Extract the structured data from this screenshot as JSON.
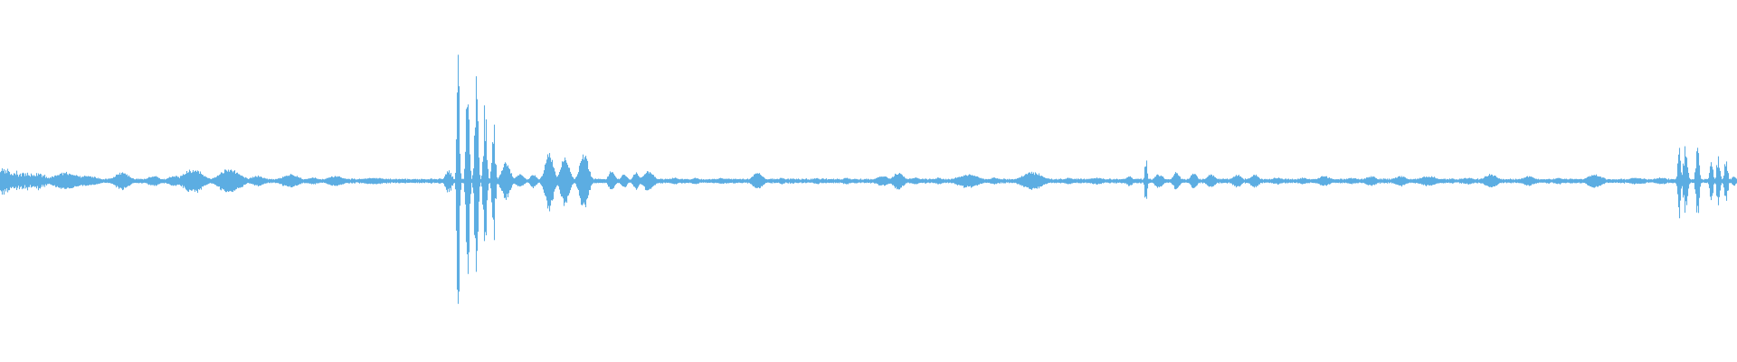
{
  "waveform": {
    "color": "#5DADE2",
    "baseline_color": "#5DADE2",
    "bursts": [
      {
        "t": 0.0,
        "amp": 0.09,
        "w": 0.006,
        "kind": "noise"
      },
      {
        "t": 0.01,
        "amp": 0.06,
        "w": 0.01,
        "kind": "noise"
      },
      {
        "t": 0.022,
        "amp": 0.05,
        "w": 0.006,
        "kind": "noise"
      },
      {
        "t": 0.038,
        "amp": 0.05,
        "w": 0.012,
        "kind": "blob"
      },
      {
        "t": 0.05,
        "amp": 0.03,
        "w": 0.01,
        "kind": "blob"
      },
      {
        "t": 0.07,
        "amp": 0.05,
        "w": 0.007,
        "kind": "blob"
      },
      {
        "t": 0.088,
        "amp": 0.03,
        "w": 0.006,
        "kind": "blob"
      },
      {
        "t": 0.1,
        "amp": 0.03,
        "w": 0.006,
        "kind": "blob"
      },
      {
        "t": 0.111,
        "amp": 0.07,
        "w": 0.009,
        "kind": "blob"
      },
      {
        "t": 0.132,
        "amp": 0.07,
        "w": 0.01,
        "kind": "blob"
      },
      {
        "t": 0.148,
        "amp": 0.03,
        "w": 0.007,
        "kind": "blob"
      },
      {
        "t": 0.167,
        "amp": 0.04,
        "w": 0.008,
        "kind": "blob"
      },
      {
        "t": 0.18,
        "amp": 0.02,
        "w": 0.006,
        "kind": "blob"
      },
      {
        "t": 0.193,
        "amp": 0.03,
        "w": 0.008,
        "kind": "blob"
      },
      {
        "t": 0.215,
        "amp": 0.02,
        "w": 0.01,
        "kind": "blob"
      },
      {
        "t": 0.238,
        "amp": 0.01,
        "w": 0.01,
        "kind": "blob"
      },
      {
        "t": 0.258,
        "amp": 0.07,
        "w": 0.004,
        "kind": "spike"
      },
      {
        "t": 0.2635,
        "amp": 0.9,
        "w": 0.0015,
        "kind": "spike"
      },
      {
        "t": 0.269,
        "amp": 0.6,
        "w": 0.002,
        "kind": "spike"
      },
      {
        "t": 0.274,
        "amp": 0.65,
        "w": 0.002,
        "kind": "spike"
      },
      {
        "t": 0.279,
        "amp": 0.45,
        "w": 0.002,
        "kind": "spike"
      },
      {
        "t": 0.284,
        "amp": 0.35,
        "w": 0.002,
        "kind": "spike"
      },
      {
        "t": 0.291,
        "amp": 0.11,
        "w": 0.004,
        "kind": "blob"
      },
      {
        "t": 0.299,
        "amp": 0.04,
        "w": 0.004,
        "kind": "blob"
      },
      {
        "t": 0.307,
        "amp": 0.04,
        "w": 0.003,
        "kind": "blob"
      },
      {
        "t": 0.316,
        "amp": 0.16,
        "w": 0.004,
        "kind": "blob"
      },
      {
        "t": 0.325,
        "amp": 0.14,
        "w": 0.004,
        "kind": "blob"
      },
      {
        "t": 0.336,
        "amp": 0.16,
        "w": 0.004,
        "kind": "blob"
      },
      {
        "t": 0.352,
        "amp": 0.06,
        "w": 0.003,
        "kind": "blob"
      },
      {
        "t": 0.359,
        "amp": 0.04,
        "w": 0.003,
        "kind": "blob"
      },
      {
        "t": 0.366,
        "amp": 0.05,
        "w": 0.003,
        "kind": "blob"
      },
      {
        "t": 0.373,
        "amp": 0.06,
        "w": 0.005,
        "kind": "blob"
      },
      {
        "t": 0.388,
        "amp": 0.02,
        "w": 0.005,
        "kind": "blob"
      },
      {
        "t": 0.4,
        "amp": 0.02,
        "w": 0.004,
        "kind": "blob"
      },
      {
        "t": 0.415,
        "amp": 0.02,
        "w": 0.003,
        "kind": "blob"
      },
      {
        "t": 0.436,
        "amp": 0.05,
        "w": 0.005,
        "kind": "blob"
      },
      {
        "t": 0.45,
        "amp": 0.02,
        "w": 0.003,
        "kind": "blob"
      },
      {
        "t": 0.47,
        "amp": 0.02,
        "w": 0.003,
        "kind": "blob"
      },
      {
        "t": 0.487,
        "amp": 0.02,
        "w": 0.004,
        "kind": "blob"
      },
      {
        "t": 0.508,
        "amp": 0.03,
        "w": 0.006,
        "kind": "blob"
      },
      {
        "t": 0.517,
        "amp": 0.05,
        "w": 0.005,
        "kind": "blob"
      },
      {
        "t": 0.527,
        "amp": 0.02,
        "w": 0.004,
        "kind": "blob"
      },
      {
        "t": 0.54,
        "amp": 0.02,
        "w": 0.004,
        "kind": "blob"
      },
      {
        "t": 0.557,
        "amp": 0.04,
        "w": 0.01,
        "kind": "blob"
      },
      {
        "t": 0.572,
        "amp": 0.02,
        "w": 0.005,
        "kind": "blob"
      },
      {
        "t": 0.594,
        "amp": 0.05,
        "w": 0.01,
        "kind": "blob"
      },
      {
        "t": 0.615,
        "amp": 0.02,
        "w": 0.004,
        "kind": "blob"
      },
      {
        "t": 0.631,
        "amp": 0.02,
        "w": 0.007,
        "kind": "blob"
      },
      {
        "t": 0.65,
        "amp": 0.03,
        "w": 0.003,
        "kind": "blob"
      },
      {
        "t": 0.6595,
        "amp": 0.15,
        "w": 0.0015,
        "kind": "spike"
      },
      {
        "t": 0.667,
        "amp": 0.04,
        "w": 0.004,
        "kind": "blob"
      },
      {
        "t": 0.677,
        "amp": 0.05,
        "w": 0.003,
        "kind": "blob"
      },
      {
        "t": 0.687,
        "amp": 0.05,
        "w": 0.003,
        "kind": "blob"
      },
      {
        "t": 0.697,
        "amp": 0.04,
        "w": 0.004,
        "kind": "blob"
      },
      {
        "t": 0.712,
        "amp": 0.04,
        "w": 0.004,
        "kind": "blob"
      },
      {
        "t": 0.722,
        "amp": 0.04,
        "w": 0.004,
        "kind": "blob"
      },
      {
        "t": 0.735,
        "amp": 0.02,
        "w": 0.006,
        "kind": "blob"
      },
      {
        "t": 0.75,
        "amp": 0.02,
        "w": 0.004,
        "kind": "blob"
      },
      {
        "t": 0.762,
        "amp": 0.03,
        "w": 0.006,
        "kind": "blob"
      },
      {
        "t": 0.778,
        "amp": 0.02,
        "w": 0.005,
        "kind": "blob"
      },
      {
        "t": 0.789,
        "amp": 0.03,
        "w": 0.005,
        "kind": "blob"
      },
      {
        "t": 0.806,
        "amp": 0.03,
        "w": 0.006,
        "kind": "blob"
      },
      {
        "t": 0.822,
        "amp": 0.03,
        "w": 0.008,
        "kind": "blob"
      },
      {
        "t": 0.845,
        "amp": 0.02,
        "w": 0.006,
        "kind": "blob"
      },
      {
        "t": 0.858,
        "amp": 0.04,
        "w": 0.006,
        "kind": "blob"
      },
      {
        "t": 0.88,
        "amp": 0.03,
        "w": 0.006,
        "kind": "blob"
      },
      {
        "t": 0.897,
        "amp": 0.02,
        "w": 0.004,
        "kind": "blob"
      },
      {
        "t": 0.918,
        "amp": 0.04,
        "w": 0.007,
        "kind": "blob"
      },
      {
        "t": 0.942,
        "amp": 0.02,
        "w": 0.008,
        "kind": "blob"
      },
      {
        "t": 0.956,
        "amp": 0.02,
        "w": 0.006,
        "kind": "blob"
      },
      {
        "t": 0.9665,
        "amp": 0.25,
        "w": 0.0015,
        "kind": "spike"
      },
      {
        "t": 0.97,
        "amp": 0.2,
        "w": 0.0025,
        "kind": "spike"
      },
      {
        "t": 0.977,
        "amp": 0.23,
        "w": 0.002,
        "kind": "spike"
      },
      {
        "t": 0.985,
        "amp": 0.12,
        "w": 0.002,
        "kind": "spike"
      },
      {
        "t": 0.989,
        "amp": 0.15,
        "w": 0.002,
        "kind": "spike"
      },
      {
        "t": 0.9935,
        "amp": 0.14,
        "w": 0.002,
        "kind": "spike"
      },
      {
        "t": 0.998,
        "amp": 0.03,
        "w": 0.002,
        "kind": "blob"
      }
    ]
  }
}
